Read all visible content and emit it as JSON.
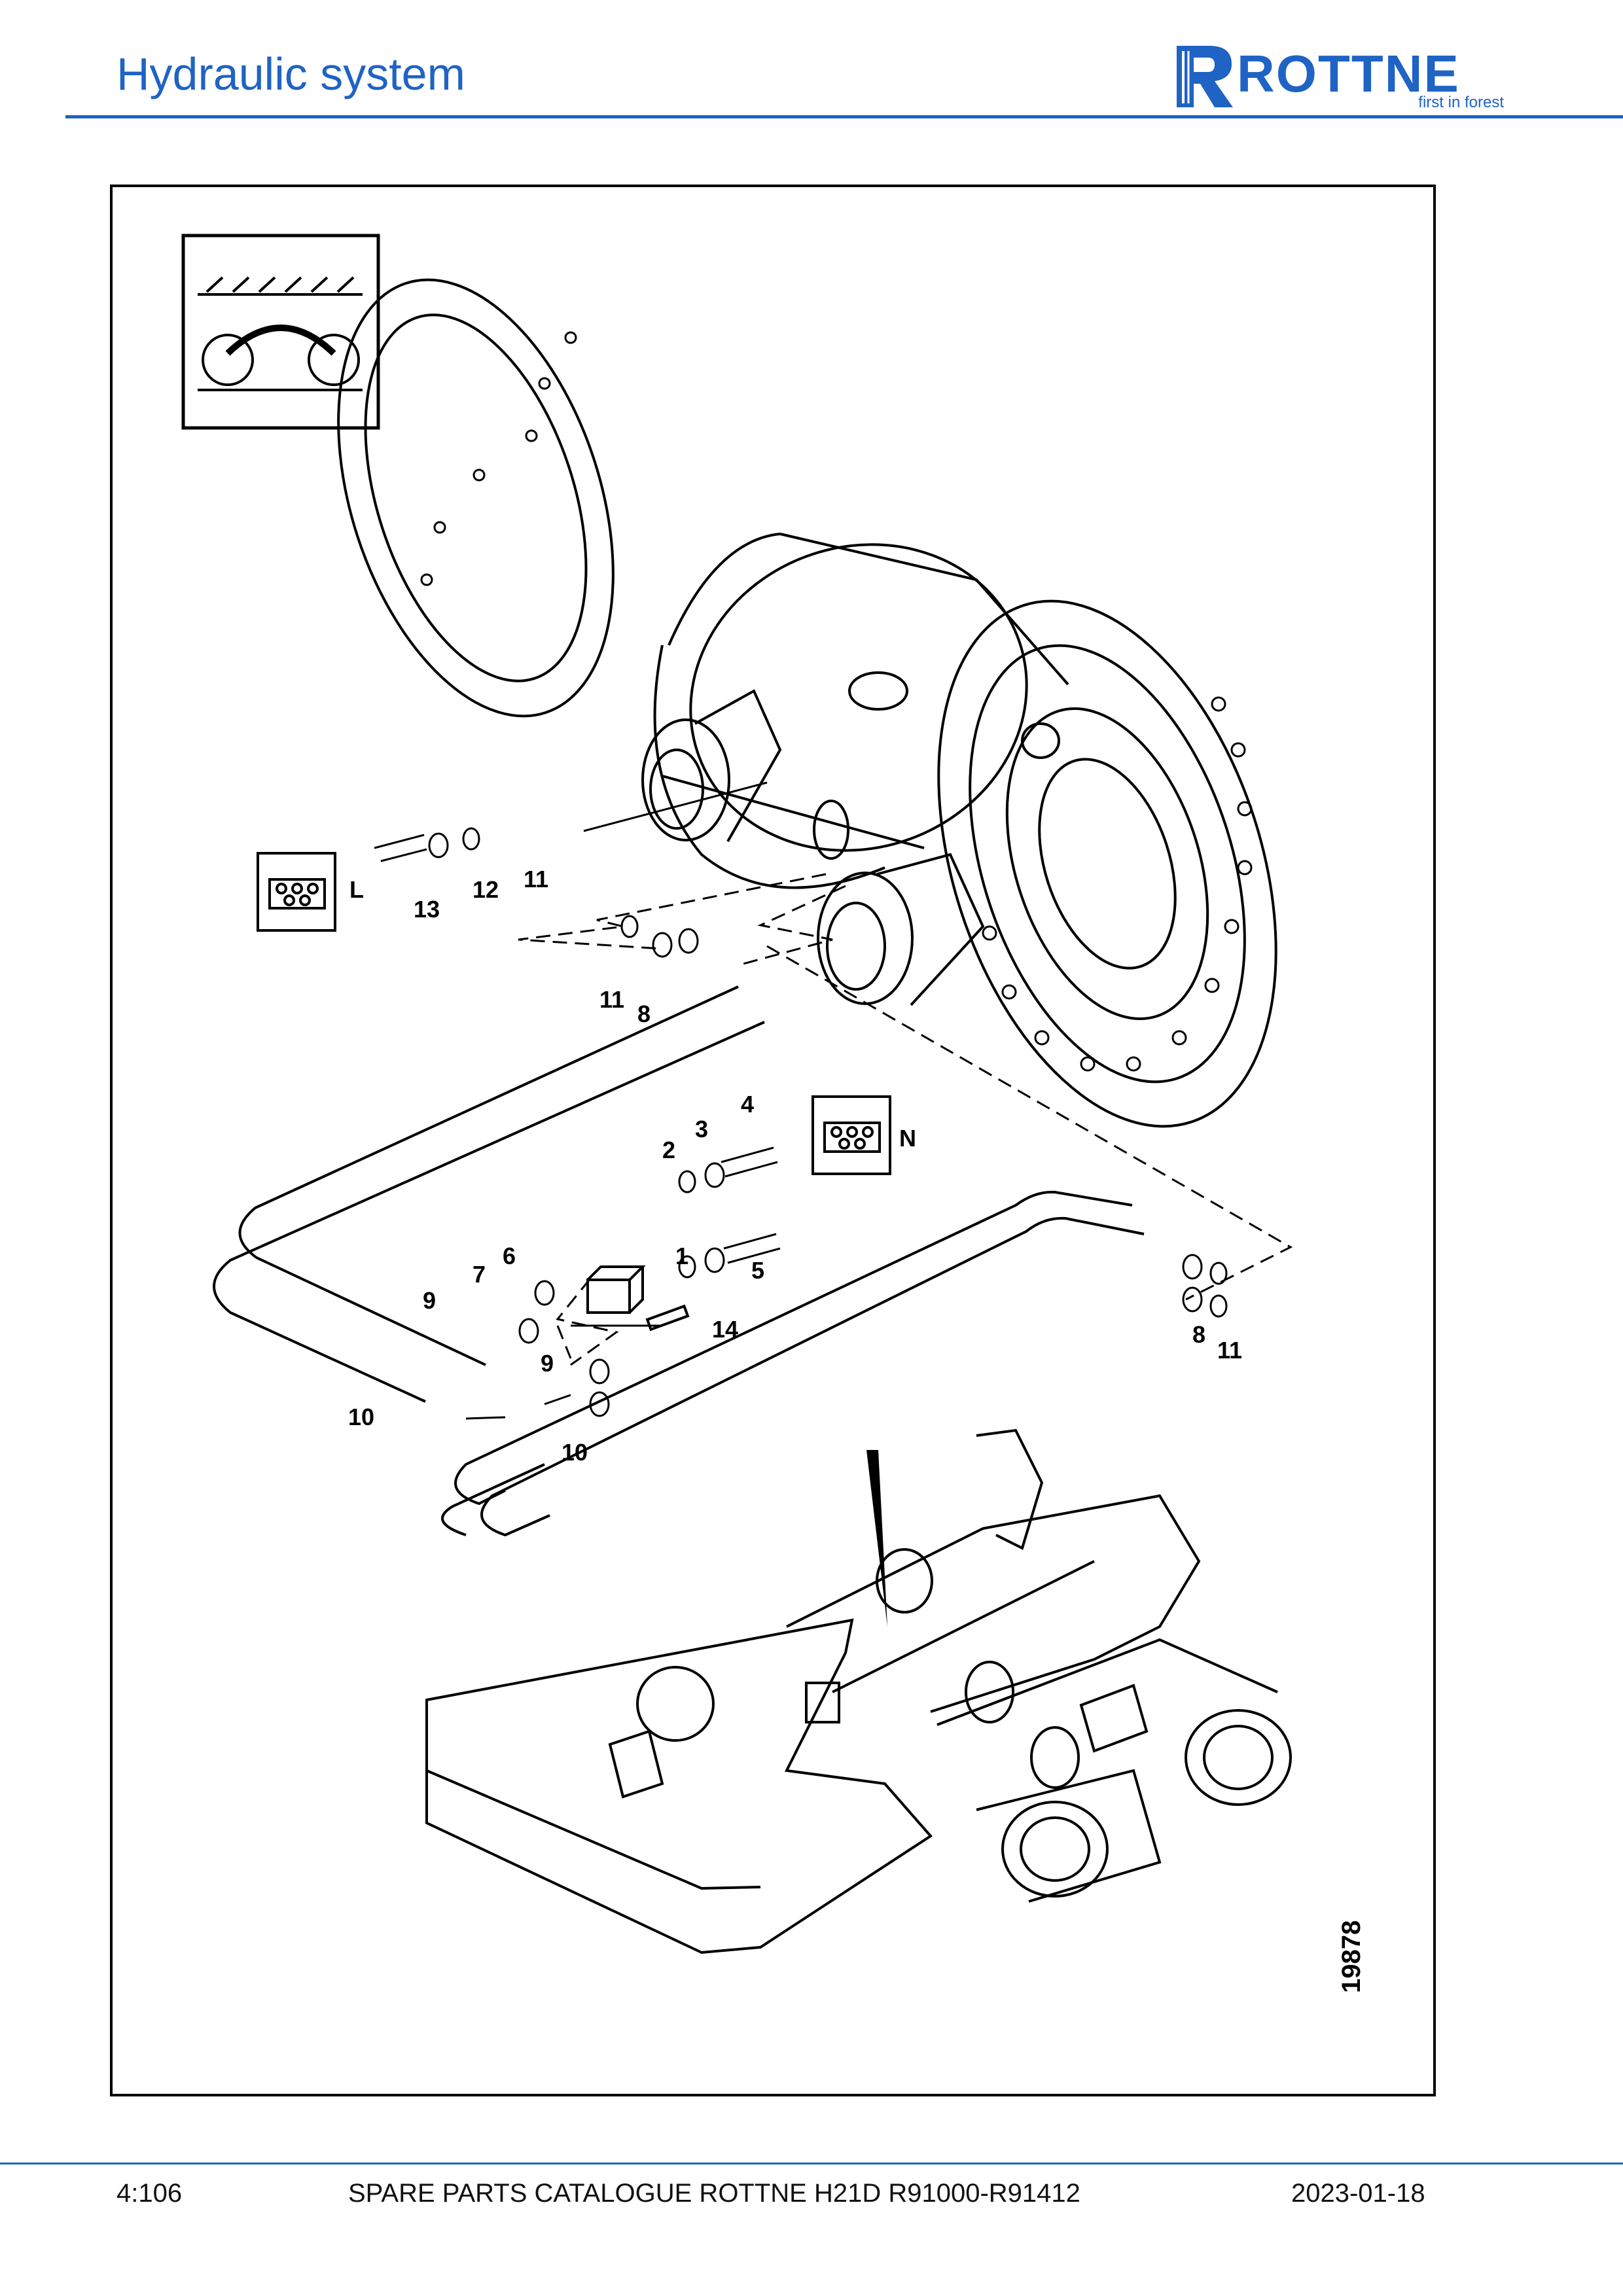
{
  "header": {
    "title": "Hydraulic system",
    "logo": {
      "brand": "ROTTNE",
      "tagline": "first in forest",
      "accent": "#1f63c4"
    }
  },
  "drawing": {
    "number": "19878",
    "symbol_labels": {
      "left": "L",
      "right": "N"
    },
    "callouts": [
      "1",
      "2",
      "3",
      "4",
      "5",
      "6",
      "7",
      "8",
      "8",
      "9",
      "9",
      "10",
      "10",
      "11",
      "11",
      "11",
      "12",
      "13",
      "14"
    ]
  },
  "footer": {
    "page": "4:106",
    "catalogue": "SPARE PARTS CATALOGUE ROTTNE H21D R91000-R91412",
    "date": "2023-01-18"
  }
}
